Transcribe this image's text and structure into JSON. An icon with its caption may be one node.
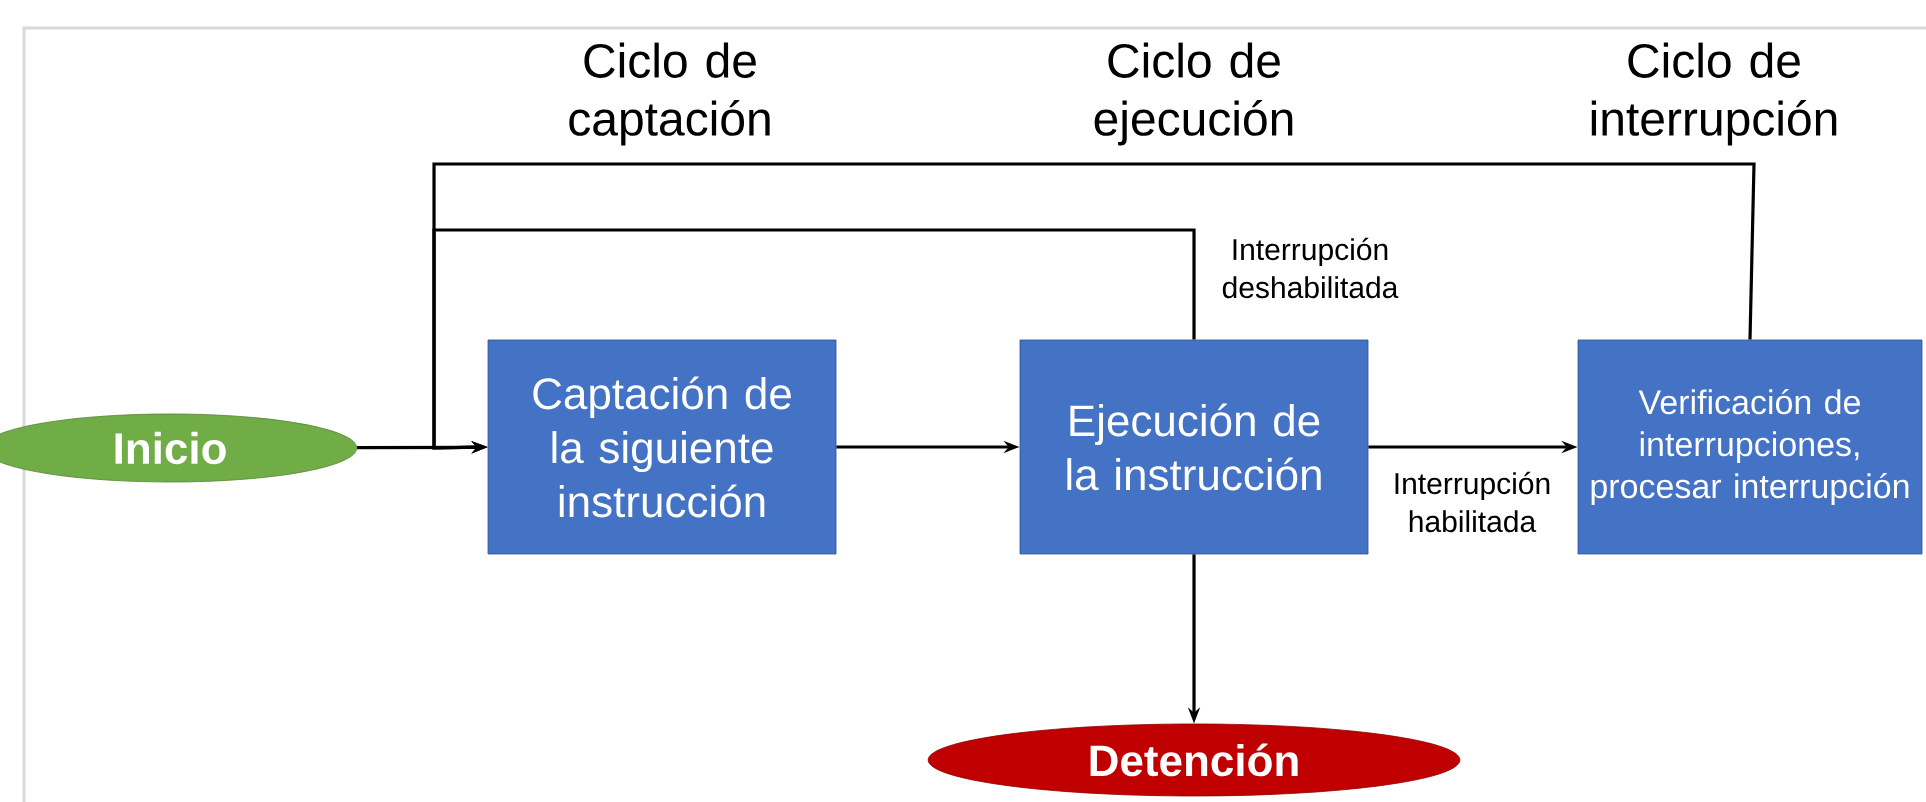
{
  "diagram": {
    "nodes": [
      {
        "text": [
          "Inicio"
        ]
      },
      {
        "text": [
          "Captación de la siguiente instrucción"
        ]
      },
      {
        "text": [
          "Ejecución de la instrucción"
        ]
      },
      {
        "text": [
          "Verificación de interrupciones, procesar interrupción"
        ]
      },
      {
        "text": [
          "Detención"
        ]
      }
    ],
    "edges": [
      {
        "from": 0,
        "to": 1,
        "arrow": "to"
      },
      {
        "from": 1,
        "to": 2,
        "arrow": "to"
      },
      {
        "from": 2,
        "to": 3,
        "arrow": "to",
        "label": "Interrupción habilitada"
      },
      {
        "from": 2,
        "to": 1,
        "arrow": "to",
        "label": "Interrupción deshabilitada"
      },
      {
        "from": 3,
        "to": 1,
        "arrow": "to"
      },
      {
        "from": 2,
        "to": 4,
        "arrow": "to"
      }
    ],
    "labels": [
      "Ciclo de captación",
      "Ciclo de ejecución",
      "Ciclo de interrupción"
    ]
  }
}
